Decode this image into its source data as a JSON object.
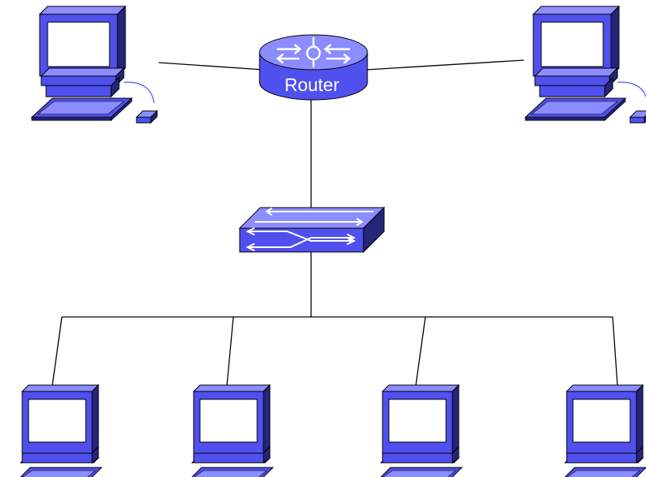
{
  "router": {
    "label": "Router",
    "icon": "router-icon"
  },
  "switch": {
    "icon": "switch-icon"
  },
  "colors": {
    "device_fill": "#5050ee",
    "device_light": "#8c8cff",
    "device_dark": "#25257a",
    "screen": "#ffffff",
    "stroke": "#000000",
    "wire": "#000000",
    "background": "#ffffff"
  },
  "nodes": [
    {
      "name": "computer-top-left",
      "icon": "computer-icon"
    },
    {
      "name": "computer-top-right",
      "icon": "computer-icon"
    },
    {
      "name": "computer-bottom-1",
      "icon": "computer-icon"
    },
    {
      "name": "computer-bottom-2",
      "icon": "computer-icon"
    },
    {
      "name": "computer-bottom-3",
      "icon": "computer-icon"
    },
    {
      "name": "computer-bottom-4",
      "icon": "computer-icon"
    }
  ],
  "links": [
    {
      "from": "computer-top-left",
      "to": "router"
    },
    {
      "from": "router",
      "to": "computer-top-right"
    },
    {
      "from": "router",
      "to": "switch"
    },
    {
      "from": "switch",
      "to": "computer-bottom-1"
    },
    {
      "from": "switch",
      "to": "computer-bottom-2"
    },
    {
      "from": "switch",
      "to": "computer-bottom-3"
    },
    {
      "from": "switch",
      "to": "computer-bottom-4"
    }
  ]
}
